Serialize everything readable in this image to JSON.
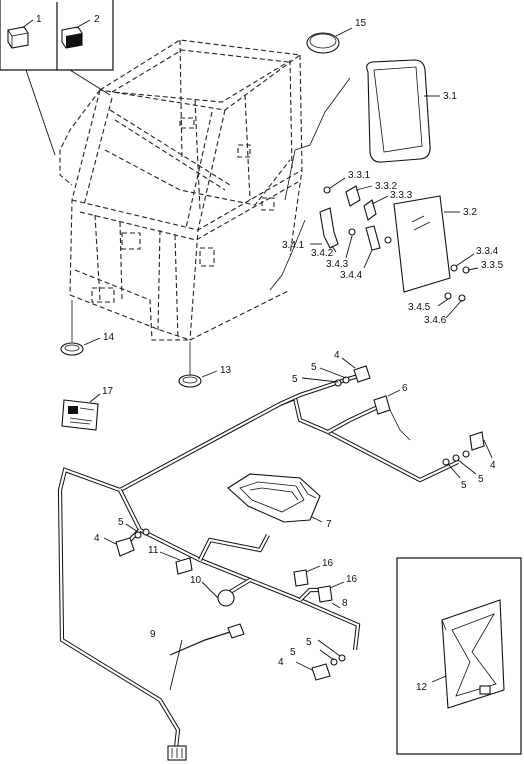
{
  "labels": {
    "p1": "1",
    "p2": "2",
    "p15": "15",
    "p3_1": "3.1",
    "p3_2": "3.2",
    "p3_3_1": "3.3.1",
    "p3_3_2": "3.3.2",
    "p3_3_3": "3.3.3",
    "p3_3_4": "3.3.4",
    "p3_3_5": "3.3.5",
    "p3_4_1": "3.4.1",
    "p3_4_2": "3.4.2",
    "p3_4_3": "3.4.3",
    "p3_4_4": "3.4.4",
    "p3_4_5": "3.4.5",
    "p3_4_6": "3.4.6",
    "p14": "14",
    "p13": "13",
    "p17": "17",
    "p4a": "4",
    "p5a": "5",
    "p5b": "5",
    "p6": "6",
    "p4b": "4",
    "p5c": "5",
    "p5d": "5",
    "p7": "7",
    "p5e": "5",
    "p4c": "4",
    "p11": "11",
    "p10": "10",
    "p16a": "16",
    "p16b": "16",
    "p8": "8",
    "p9": "9",
    "p5f": "5",
    "p5g": "5",
    "p4d": "4",
    "p12": "12"
  },
  "colors": {
    "line": "#111111",
    "background": "#ffffff"
  }
}
